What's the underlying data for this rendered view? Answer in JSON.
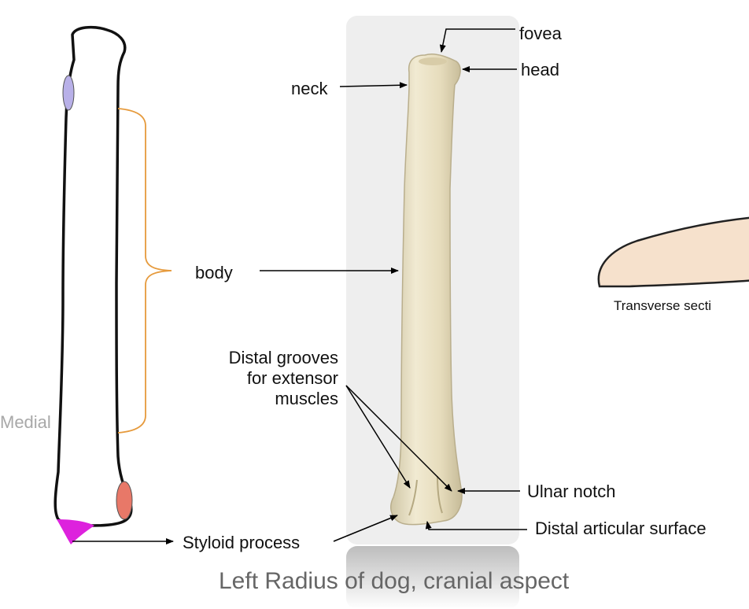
{
  "labels": {
    "fovea": "fovea",
    "head": "head",
    "neck": "neck",
    "body": "body",
    "distal_grooves": [
      "Distal grooves",
      "for extensor",
      "muscles"
    ],
    "ulnar_notch": "Ulnar notch",
    "distal_articular_surface": "Distal articular surface",
    "styloid_process": "Styloid process",
    "medial": "Medial",
    "transverse_section": "Transverse secti"
  },
  "caption": "Left Radius of dog, cranial aspect",
  "colors": {
    "photo_background": "#eeeeee",
    "bone": "#e9e1c6",
    "bracket": "#e69a3c",
    "proximal_facet": "#b8b0e8",
    "distal_facet": "#e87868",
    "styloid": "#dd22dd",
    "section_fill": "#f6e1cc"
  }
}
